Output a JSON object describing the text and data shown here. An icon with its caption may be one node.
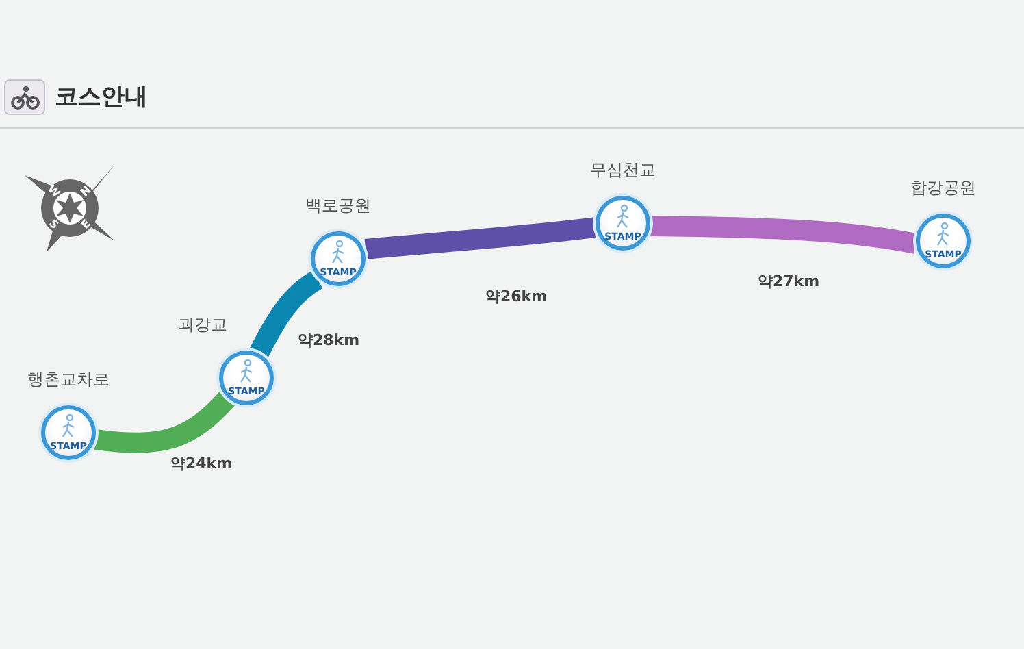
{
  "diagram": {
    "title": "코스안내",
    "nodes": [
      {
        "text": [
          "STAMP"
        ],
        "beside": [
          "행촌교차로"
        ]
      },
      {
        "text": [
          "STAMP"
        ],
        "beside": [
          "괴강교"
        ]
      },
      {
        "text": [
          "STAMP"
        ],
        "beside": [
          "백로공원"
        ]
      },
      {
        "text": [
          "STAMP"
        ],
        "beside": [
          "무심천교"
        ]
      },
      {
        "text": [
          "STAMP"
        ],
        "beside": [
          "합강공원"
        ]
      }
    ],
    "edges": [
      {
        "from": 0,
        "to": 1,
        "arrow": "none",
        "label": "약24km",
        "color": "#52ad57"
      },
      {
        "from": 1,
        "to": 2,
        "arrow": "none",
        "label": "약28km",
        "color": "#0a86b0"
      },
      {
        "from": 2,
        "to": 3,
        "arrow": "none",
        "label": "약26km",
        "color": "#5e4fa8"
      },
      {
        "from": 3,
        "to": 4,
        "arrow": "none",
        "label": "약27km",
        "color": "#b06bc2"
      }
    ],
    "labels": [
      "N",
      "W",
      "S",
      "E"
    ]
  }
}
